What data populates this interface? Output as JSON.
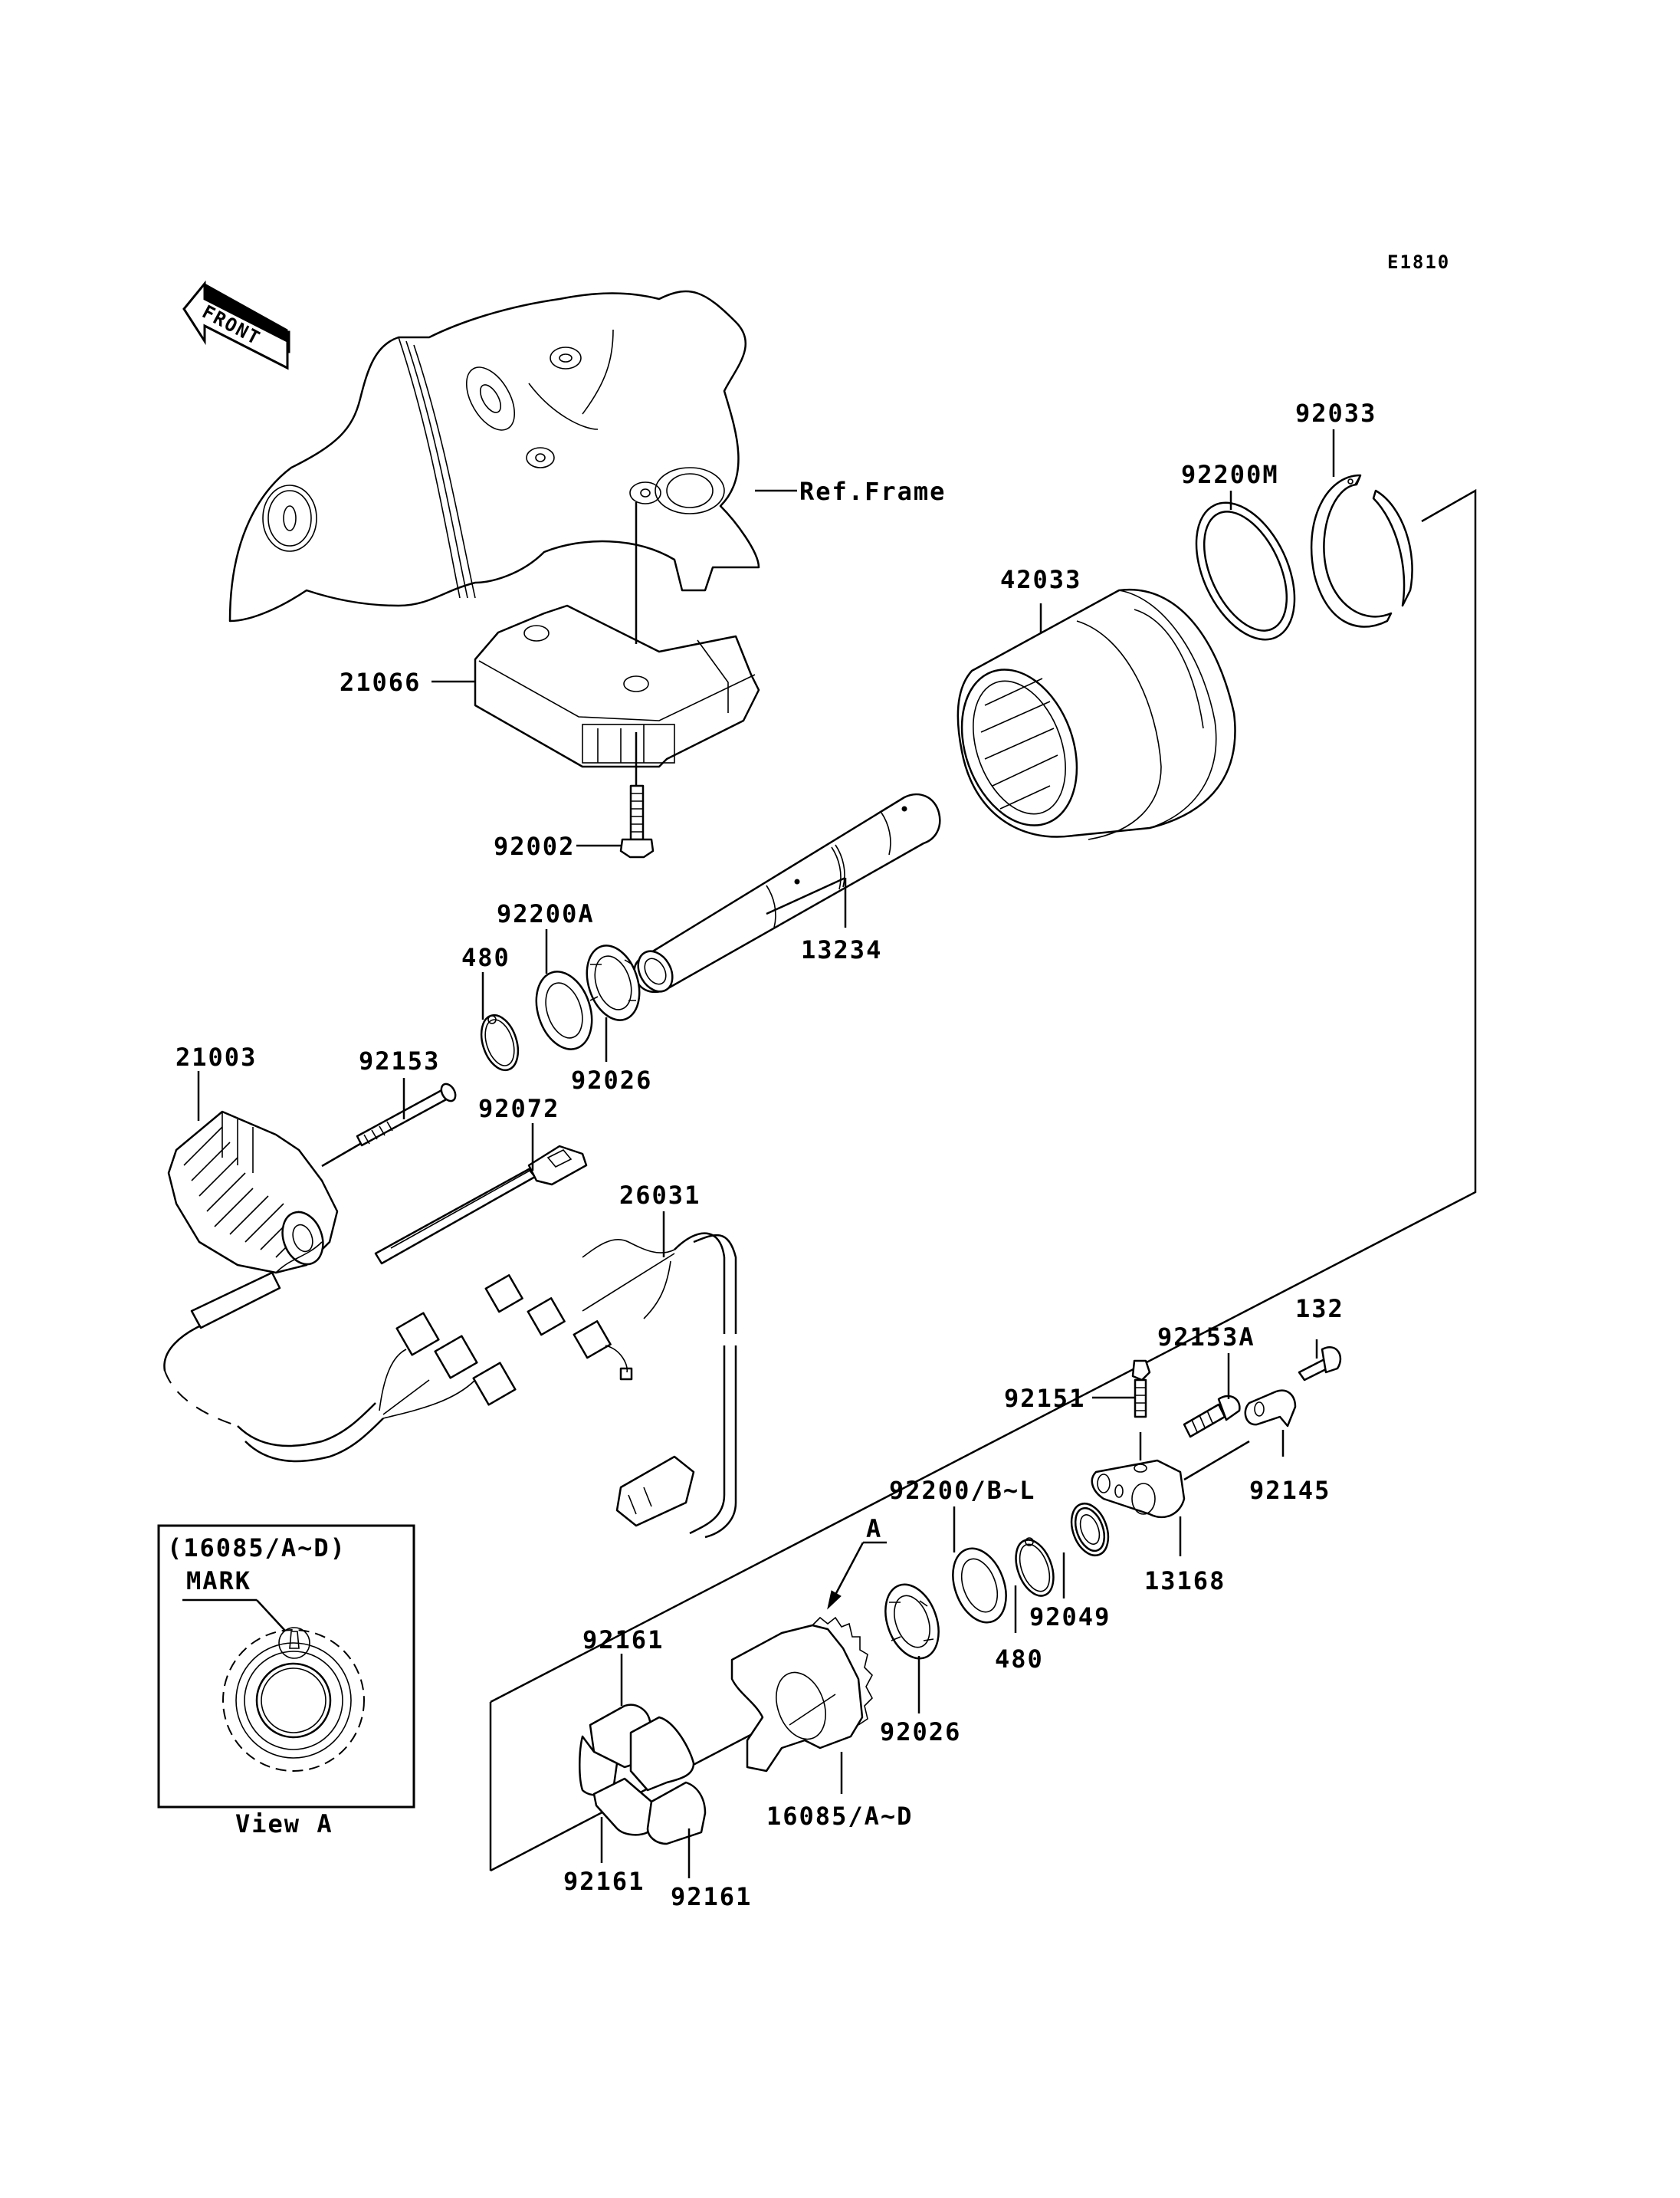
{
  "diagram_id": "E1810",
  "front_indicator": "FRONT",
  "reference_label": "Ref.Frame",
  "parts": {
    "p92033": "92033",
    "p92200M": "92200M",
    "p42033": "42033",
    "p21066": "21066",
    "p92002": "92002",
    "p92200A": "92200A",
    "p480_top": "480",
    "p13234": "13234",
    "p92026_top": "92026",
    "p21003": "21003",
    "p92153": "92153",
    "p92072": "92072",
    "p26031": "26031",
    "p132": "132",
    "p92153A": "92153A",
    "p92151": "92151",
    "p92145": "92145",
    "p13168": "13168",
    "p92200BL": "92200/B~L",
    "p92049": "92049",
    "p480_bottom": "480",
    "p92026_bottom": "92026",
    "p16085AD": "16085/A~D",
    "p92161_top": "92161",
    "p92161_left": "92161",
    "p92161_right": "92161"
  },
  "view_marker": "A",
  "inset": {
    "title": "(16085/A~D)",
    "mark_label": "MARK",
    "caption": "View A"
  }
}
